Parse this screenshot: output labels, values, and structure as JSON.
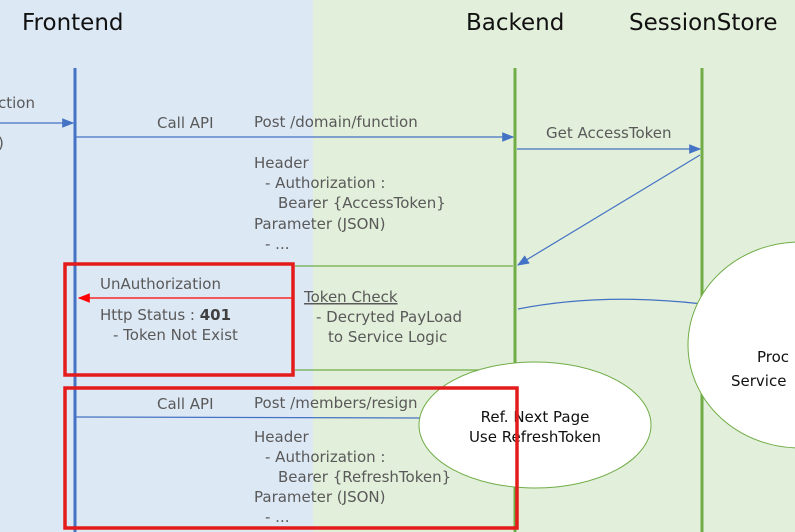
{
  "participants": {
    "frontend": "Frontend",
    "backend": "Backend",
    "session_store": "SessionStore"
  },
  "colors": {
    "frontend_bg": "#dde8f5",
    "backend_bg": "#e2efda",
    "frontend_line": "#4472c4",
    "backend_line": "#70ad47",
    "highlight": "#e31b1b",
    "error_arrow": "#ff0000"
  },
  "left_cut": {
    "label_top": "ction",
    "label_bottom": ")"
  },
  "call1": {
    "label": "Call API",
    "endpoint": "Post /domain/function",
    "lines": [
      "Header",
      "- Authorization :",
      "Bearer {AccessToken}",
      "Parameter (JSON)",
      "- ..."
    ]
  },
  "get_token": {
    "label": "Get AccessToken"
  },
  "error": {
    "title": "UnAuthorization",
    "status_prefix": "Http Status : ",
    "status_code": "401",
    "detail": "- Token Not Exist"
  },
  "token_check": {
    "title": "Token Check",
    "line1": "- Decryted PayLoad",
    "line2": "to Service Logic"
  },
  "call2": {
    "label": "Call API",
    "endpoint": "Post /members/resign",
    "lines": [
      "Header",
      "- Authorization :",
      "Bearer {RefreshToken}",
      "Parameter (JSON)",
      "- ..."
    ]
  },
  "ref_note": {
    "line1": "Ref. Next Page",
    "line2": "Use RefreshToken"
  },
  "process_note": {
    "line1": "Proc",
    "line2": "Service"
  }
}
